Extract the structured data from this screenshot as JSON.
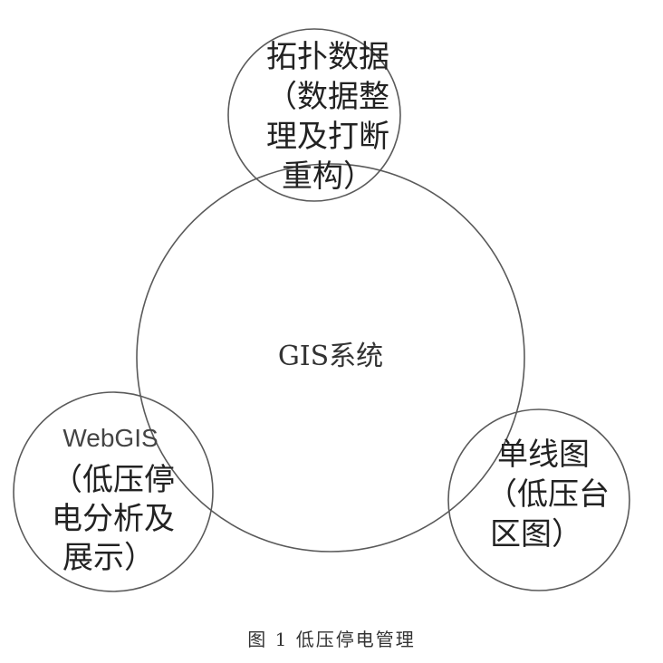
{
  "center": {
    "label": "GIS系统"
  },
  "nodes": {
    "topology": {
      "lines": [
        "拓扑数据",
        "（数据整",
        "理及打断",
        "重构）"
      ]
    },
    "webgis": {
      "lines": [
        "WebGIS",
        "（低压停",
        "电分析及",
        "展示）"
      ]
    },
    "single_line": {
      "lines": [
        "单线图",
        "（低压台",
        "区图）"
      ]
    }
  },
  "caption": "图 1  低压停电管理"
}
